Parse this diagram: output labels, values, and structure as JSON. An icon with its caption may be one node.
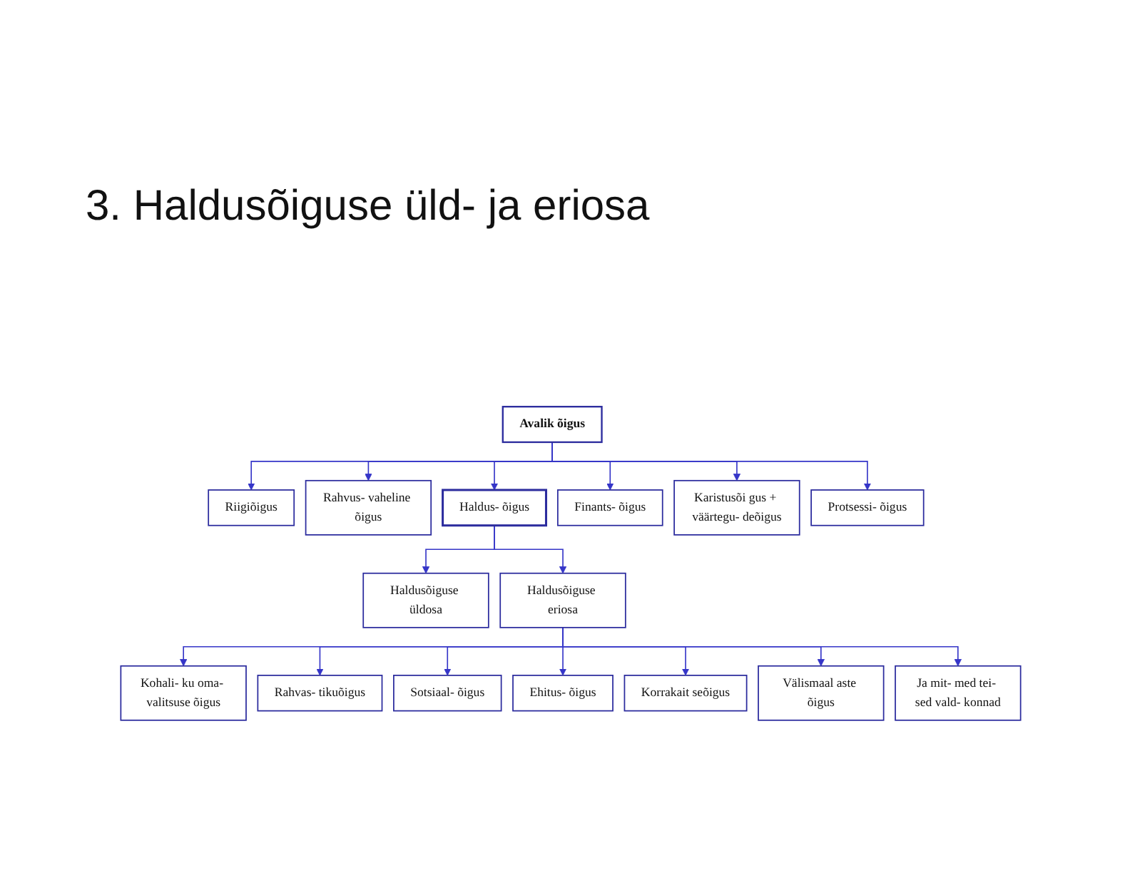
{
  "diagram": {
    "title": "3. Haldusõiguse üld- ja eriosa",
    "nodes": [
      {
        "text": [
          "Avalik õigus"
        ]
      },
      {
        "text": [
          "Riigiõigus"
        ]
      },
      {
        "text": [
          "Rahvus- vaheline õigus"
        ]
      },
      {
        "text": [
          "Haldus- õigus"
        ]
      },
      {
        "text": [
          "Finants- õigus"
        ]
      },
      {
        "text": [
          "Karistusõi gus + väärtegu- deõigus"
        ]
      },
      {
        "text": [
          "Protsessi- õigus"
        ]
      },
      {
        "text": [
          "Haldusõiguse üldosa"
        ]
      },
      {
        "text": [
          "Haldusõiguse eriosa"
        ]
      },
      {
        "text": [
          "Kohali- ku oma- valitsuse õigus"
        ]
      },
      {
        "text": [
          "Rahvas- tikuõigus"
        ]
      },
      {
        "text": [
          "Sotsiaal- õigus"
        ]
      },
      {
        "text": [
          "Ehitus- õigus"
        ]
      },
      {
        "text": [
          "Korrakait seõigus"
        ]
      },
      {
        "text": [
          "Välismaal aste õigus"
        ]
      },
      {
        "text": [
          "Ja mit- med tei- sed vald- konnad"
        ]
      }
    ],
    "edges": [
      {
        "from": 0,
        "to": 1,
        "arrow": "to"
      },
      {
        "from": 0,
        "to": 2,
        "arrow": "to"
      },
      {
        "from": 0,
        "to": 3,
        "arrow": "to"
      },
      {
        "from": 0,
        "to": 4,
        "arrow": "to"
      },
      {
        "from": 0,
        "to": 5,
        "arrow": "to"
      },
      {
        "from": 0,
        "to": 6,
        "arrow": "to"
      },
      {
        "from": 3,
        "to": 7,
        "arrow": "to"
      },
      {
        "from": 3,
        "to": 8,
        "arrow": "to"
      },
      {
        "from": 8,
        "to": 9,
        "arrow": "to"
      },
      {
        "from": 8,
        "to": 10,
        "arrow": "to"
      },
      {
        "from": 8,
        "to": 11,
        "arrow": "to"
      },
      {
        "from": 8,
        "to": 12,
        "arrow": "to"
      },
      {
        "from": 8,
        "to": 13,
        "arrow": "to"
      },
      {
        "from": 8,
        "to": 14,
        "arrow": "to"
      },
      {
        "from": 8,
        "to": 15,
        "arrow": "to"
      }
    ]
  }
}
